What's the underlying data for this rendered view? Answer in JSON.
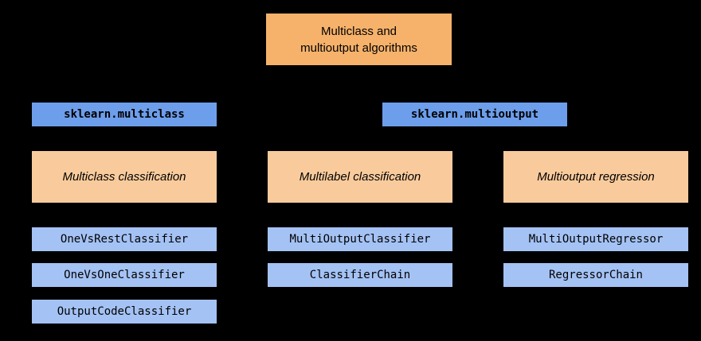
{
  "colors": {
    "background": "#000000",
    "root_box": "#F6B26B",
    "module_box": "#6D9EEB",
    "category_box": "#F9CB9C",
    "class_box": "#A4C2F4",
    "text": "#000000"
  },
  "diagram": {
    "root": {
      "label": "Multiclass and\nmultioutput algorithms"
    },
    "modules": [
      {
        "label": "sklearn.multiclass"
      },
      {
        "label": "sklearn.multioutput"
      }
    ],
    "columns": [
      {
        "category": "Multiclass classification",
        "classes": [
          "OneVsRestClassifier",
          "OneVsOneClassifier",
          "OutputCodeClassifier"
        ]
      },
      {
        "category": "Multilabel classification",
        "classes": [
          "MultiOutputClassifier",
          "ClassifierChain"
        ]
      },
      {
        "category": "Multioutput regression",
        "classes": [
          "MultiOutputRegressor",
          "RegressorChain"
        ]
      }
    ]
  }
}
